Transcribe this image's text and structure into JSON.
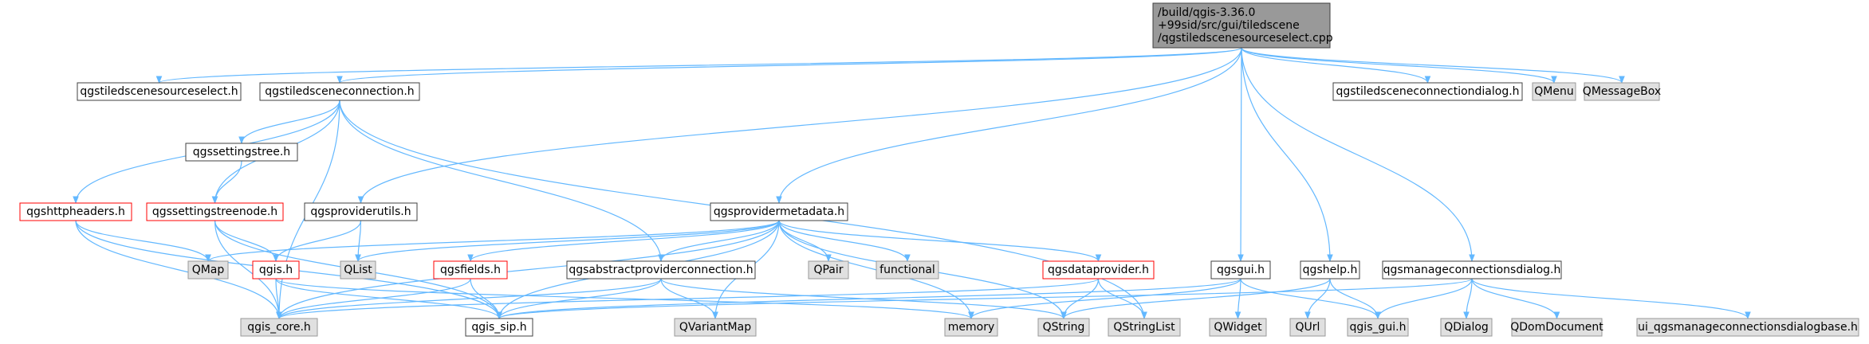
{
  "colors": {
    "edge": "#63b8ff",
    "root_fill": "#999999",
    "gray_fill": "#e0e0e0",
    "white_fill": "#ffffff",
    "black_border": "#404040",
    "gray_border": "#999999",
    "red_border": "#ff0000"
  },
  "nodes": [
    {
      "id": "root",
      "lines": [
        "/build/qgis-3.36.0",
        "+99sid/src/gui/tiledscene",
        "/qgstiledscenesourceselect.cpp"
      ],
      "style": "root"
    },
    {
      "id": "tss_h",
      "lines": [
        "qgstiledscenesourceselect.h"
      ],
      "style": "white"
    },
    {
      "id": "tsc_h",
      "lines": [
        "qgstiledsceneconnection.h"
      ],
      "style": "white"
    },
    {
      "id": "tscd_h",
      "lines": [
        "qgstiledsceneconnectiondialog.h"
      ],
      "style": "white"
    },
    {
      "id": "qmenu",
      "lines": [
        "QMenu"
      ],
      "style": "gray"
    },
    {
      "id": "qmsgbox",
      "lines": [
        "QMessageBox"
      ],
      "style": "gray"
    },
    {
      "id": "sst_h",
      "lines": [
        "qgssettingstree.h"
      ],
      "style": "white"
    },
    {
      "id": "http_h",
      "lines": [
        "qgshttpheaders.h"
      ],
      "style": "red"
    },
    {
      "id": "sstn_h",
      "lines": [
        "qgssettingstreenode.h"
      ],
      "style": "red"
    },
    {
      "id": "pu_h",
      "lines": [
        "qgsproviderutils.h"
      ],
      "style": "white"
    },
    {
      "id": "pm_h",
      "lines": [
        "qgsprovidermetadata.h"
      ],
      "style": "white"
    },
    {
      "id": "qmap",
      "lines": [
        "QMap"
      ],
      "style": "gray"
    },
    {
      "id": "qgis_h",
      "lines": [
        "qgis.h"
      ],
      "style": "red"
    },
    {
      "id": "qlist",
      "lines": [
        "QList"
      ],
      "style": "gray"
    },
    {
      "id": "fields_h",
      "lines": [
        "qgsfields.h"
      ],
      "style": "red"
    },
    {
      "id": "apc_h",
      "lines": [
        "qgsabstractproviderconnection.h"
      ],
      "style": "white"
    },
    {
      "id": "qpair",
      "lines": [
        "QPair"
      ],
      "style": "gray"
    },
    {
      "id": "functional",
      "lines": [
        "functional"
      ],
      "style": "gray"
    },
    {
      "id": "dp_h",
      "lines": [
        "qgsdataprovider.h"
      ],
      "style": "red"
    },
    {
      "id": "gui_h",
      "lines": [
        "qgsgui.h"
      ],
      "style": "white"
    },
    {
      "id": "help_h",
      "lines": [
        "qgshelp.h"
      ],
      "style": "white"
    },
    {
      "id": "mcd_h",
      "lines": [
        "qgsmanageconnectionsdialog.h"
      ],
      "style": "white"
    },
    {
      "id": "qgis_core",
      "lines": [
        "qgis_core.h"
      ],
      "style": "gray"
    },
    {
      "id": "qgis_sip",
      "lines": [
        "qgis_sip.h"
      ],
      "style": "white"
    },
    {
      "id": "qvariantmap",
      "lines": [
        "QVariantMap"
      ],
      "style": "gray"
    },
    {
      "id": "memory",
      "lines": [
        "memory"
      ],
      "style": "gray"
    },
    {
      "id": "qstring",
      "lines": [
        "QString"
      ],
      "style": "gray"
    },
    {
      "id": "qstringlist",
      "lines": [
        "QStringList"
      ],
      "style": "gray"
    },
    {
      "id": "qwidget",
      "lines": [
        "QWidget"
      ],
      "style": "gray"
    },
    {
      "id": "qurl",
      "lines": [
        "QUrl"
      ],
      "style": "gray"
    },
    {
      "id": "qgis_gui",
      "lines": [
        "qgis_gui.h"
      ],
      "style": "gray"
    },
    {
      "id": "qdialog",
      "lines": [
        "QDialog"
      ],
      "style": "gray"
    },
    {
      "id": "qdomdoc",
      "lines": [
        "QDomDocument"
      ],
      "style": "gray"
    },
    {
      "id": "ui_mcd",
      "lines": [
        "ui_qgsmanageconnectionsdialogbase.h"
      ],
      "style": "gray"
    }
  ],
  "edges": [
    [
      "root",
      "tss_h"
    ],
    [
      "root",
      "tsc_h"
    ],
    [
      "root",
      "tscd_h"
    ],
    [
      "root",
      "qmenu"
    ],
    [
      "root",
      "qmsgbox"
    ],
    [
      "root",
      "pu_h"
    ],
    [
      "root",
      "pm_h"
    ],
    [
      "root",
      "gui_h"
    ],
    [
      "root",
      "help_h"
    ],
    [
      "root",
      "mcd_h"
    ],
    [
      "tsc_h",
      "http_h"
    ],
    [
      "tsc_h",
      "sst_h"
    ],
    [
      "tsc_h",
      "sstn_h"
    ],
    [
      "tsc_h",
      "apc_h"
    ],
    [
      "tsc_h",
      "qgis_core"
    ],
    [
      "tsc_h",
      "qstringlist"
    ],
    [
      "sst_h",
      "sstn_h"
    ],
    [
      "http_h",
      "qmap"
    ],
    [
      "http_h",
      "qgis_core"
    ],
    [
      "http_h",
      "qgis_sip"
    ],
    [
      "sstn_h",
      "qgis_h"
    ],
    [
      "sstn_h",
      "qgis_core"
    ],
    [
      "sstn_h",
      "qgis_sip"
    ],
    [
      "pu_h",
      "qgis_h"
    ],
    [
      "pu_h",
      "qlist"
    ],
    [
      "pm_h",
      "qmap"
    ],
    [
      "pm_h",
      "qlist"
    ],
    [
      "pm_h",
      "fields_h"
    ],
    [
      "pm_h",
      "apc_h"
    ],
    [
      "pm_h",
      "qpair"
    ],
    [
      "pm_h",
      "functional"
    ],
    [
      "pm_h",
      "dp_h"
    ],
    [
      "pm_h",
      "qgis_core"
    ],
    [
      "pm_h",
      "qgis_sip"
    ],
    [
      "pm_h",
      "qvariantmap"
    ],
    [
      "pm_h",
      "memory"
    ],
    [
      "pm_h",
      "qstring"
    ],
    [
      "qgis_h",
      "qgis_core"
    ],
    [
      "qgis_h",
      "qgis_sip"
    ],
    [
      "qgis_h",
      "memory"
    ],
    [
      "fields_h",
      "qgis_core"
    ],
    [
      "fields_h",
      "qgis_sip"
    ],
    [
      "apc_h",
      "qgis_core"
    ],
    [
      "apc_h",
      "qgis_sip"
    ],
    [
      "apc_h",
      "qvariantmap"
    ],
    [
      "apc_h",
      "qstring"
    ],
    [
      "dp_h",
      "qgis_core"
    ],
    [
      "dp_h",
      "qstring"
    ],
    [
      "dp_h",
      "qstringlist"
    ],
    [
      "gui_h",
      "qgis_sip"
    ],
    [
      "gui_h",
      "memory"
    ],
    [
      "gui_h",
      "qwidget"
    ],
    [
      "gui_h",
      "qgis_gui"
    ],
    [
      "help_h",
      "qstring"
    ],
    [
      "help_h",
      "qurl"
    ],
    [
      "help_h",
      "qgis_gui"
    ],
    [
      "mcd_h",
      "qgis_sip"
    ],
    [
      "mcd_h",
      "qgis_gui"
    ],
    [
      "mcd_h",
      "qdialog"
    ],
    [
      "mcd_h",
      "qdomdoc"
    ],
    [
      "mcd_h",
      "ui_mcd"
    ]
  ]
}
